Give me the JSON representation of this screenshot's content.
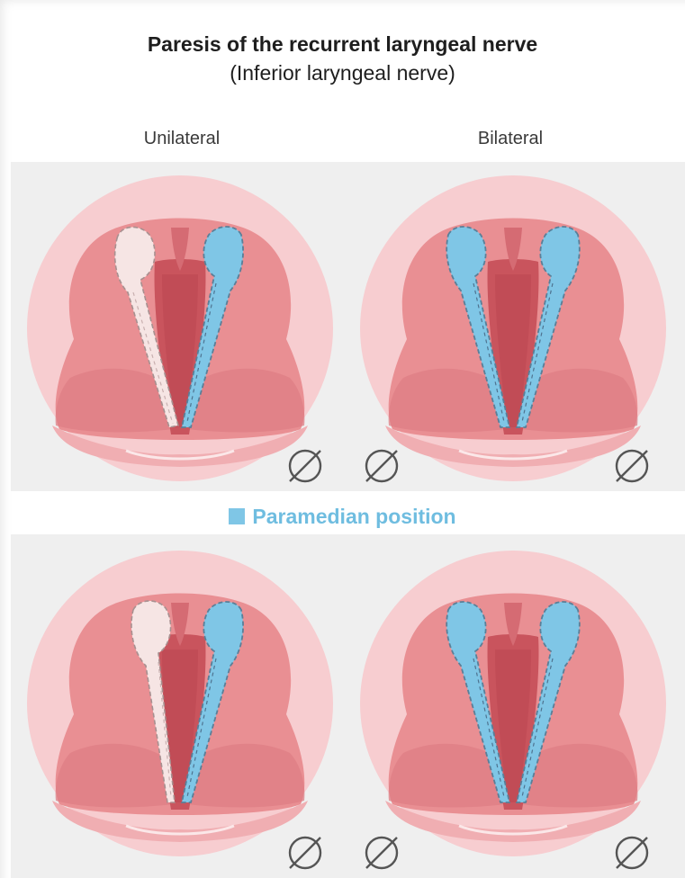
{
  "header": {
    "title": "Paresis of the recurrent laryngeal nerve",
    "subtitle": "(Inferior laryngeal nerve)"
  },
  "columns": {
    "left_label": "Unilateral",
    "right_label": "Bilateral"
  },
  "middle_label": "Paramedian position",
  "palette": {
    "panel_bg": "#efefef",
    "scope_bg": "#f7cdd0",
    "tissue": "#e98f93",
    "tissue_dark": "#d8757c",
    "glottis": "#c9545d",
    "cartilage_paralyzed": "#7fc6e6",
    "cartilage_normal": "#f4e3e3",
    "accent_label": "#6fbde0"
  },
  "icons": {
    "null_symbol": "empty-set-icon"
  }
}
